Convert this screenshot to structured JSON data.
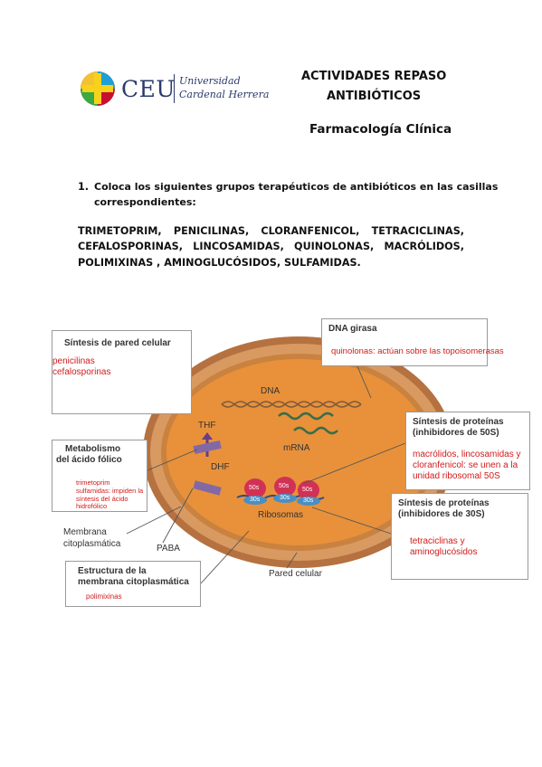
{
  "logo": {
    "brand": "CEU",
    "line1": "Universidad",
    "line2": "Cardenal Herrera"
  },
  "header": {
    "title_line1": "ACTIVIDADES REPASO",
    "title_line2": "ANTIBIÓTICOS",
    "subtitle": "Farmacología Clínica"
  },
  "question": {
    "number": "1.",
    "text_line1": "Coloca los siguientes grupos terapéuticos de antibióticos en las casillas",
    "text_line2": "correspondientes:",
    "list_line1": "TRIMETOPRIM, PENICILINAS, CLORANFENICOL, TETRACICLINAS,",
    "list_line2": "CEFALOSPORINAS, LINCOSAMIDAS, QUINOLONAS, MACRÓLIDOS,",
    "list_line3": "POLIMIXINAS , AMINOGLUCÓSIDOS, SULFAMIDAS."
  },
  "diagram": {
    "boxes": {
      "pared": {
        "title": "Síntesis de pared celular",
        "answer1": "penicilinas",
        "answer2": "cefalosporinas"
      },
      "dna": {
        "title": "DNA girasa",
        "answer": "quinolonas: actúan sobre las topoisomerasas"
      },
      "prot50": {
        "title1": "Síntesis de proteínas",
        "title2": "(inhibidores de 50S)",
        "answer1": "macrólidos, lincosamidas y",
        "answer2": "cloranfenicol: se unen a la",
        "answer3": "unidad ribosomal 50S"
      },
      "prot30": {
        "title1": "Síntesis de proteínas",
        "title2": "(inhibidores de 30S)",
        "answer1": "tetraciclinas y",
        "answer2": "aminoglucósidos"
      },
      "folico": {
        "title1": "Metabolismo",
        "title2": "del ácido fólico",
        "answer1": "trimetoprim",
        "answer2": "sulfamidas: impiden la",
        "answer3": "síntesis del ácido",
        "answer4": "hidrofólico"
      },
      "membrana": {
        "title1": "Estructura de la",
        "title2": "membrana citoplasmática",
        "answer": "polimixinas"
      }
    },
    "labels": {
      "dna": "DNA",
      "mrna": "mRNA",
      "thf": "THF",
      "dhf": "DHF",
      "paba": "PABA",
      "ribosomas": "Ribosomas",
      "membrana1": "Membrana",
      "membrana2": "citoplasmática",
      "pared_celular": "Pared celular",
      "r50": "50s",
      "r30": "30s"
    }
  }
}
